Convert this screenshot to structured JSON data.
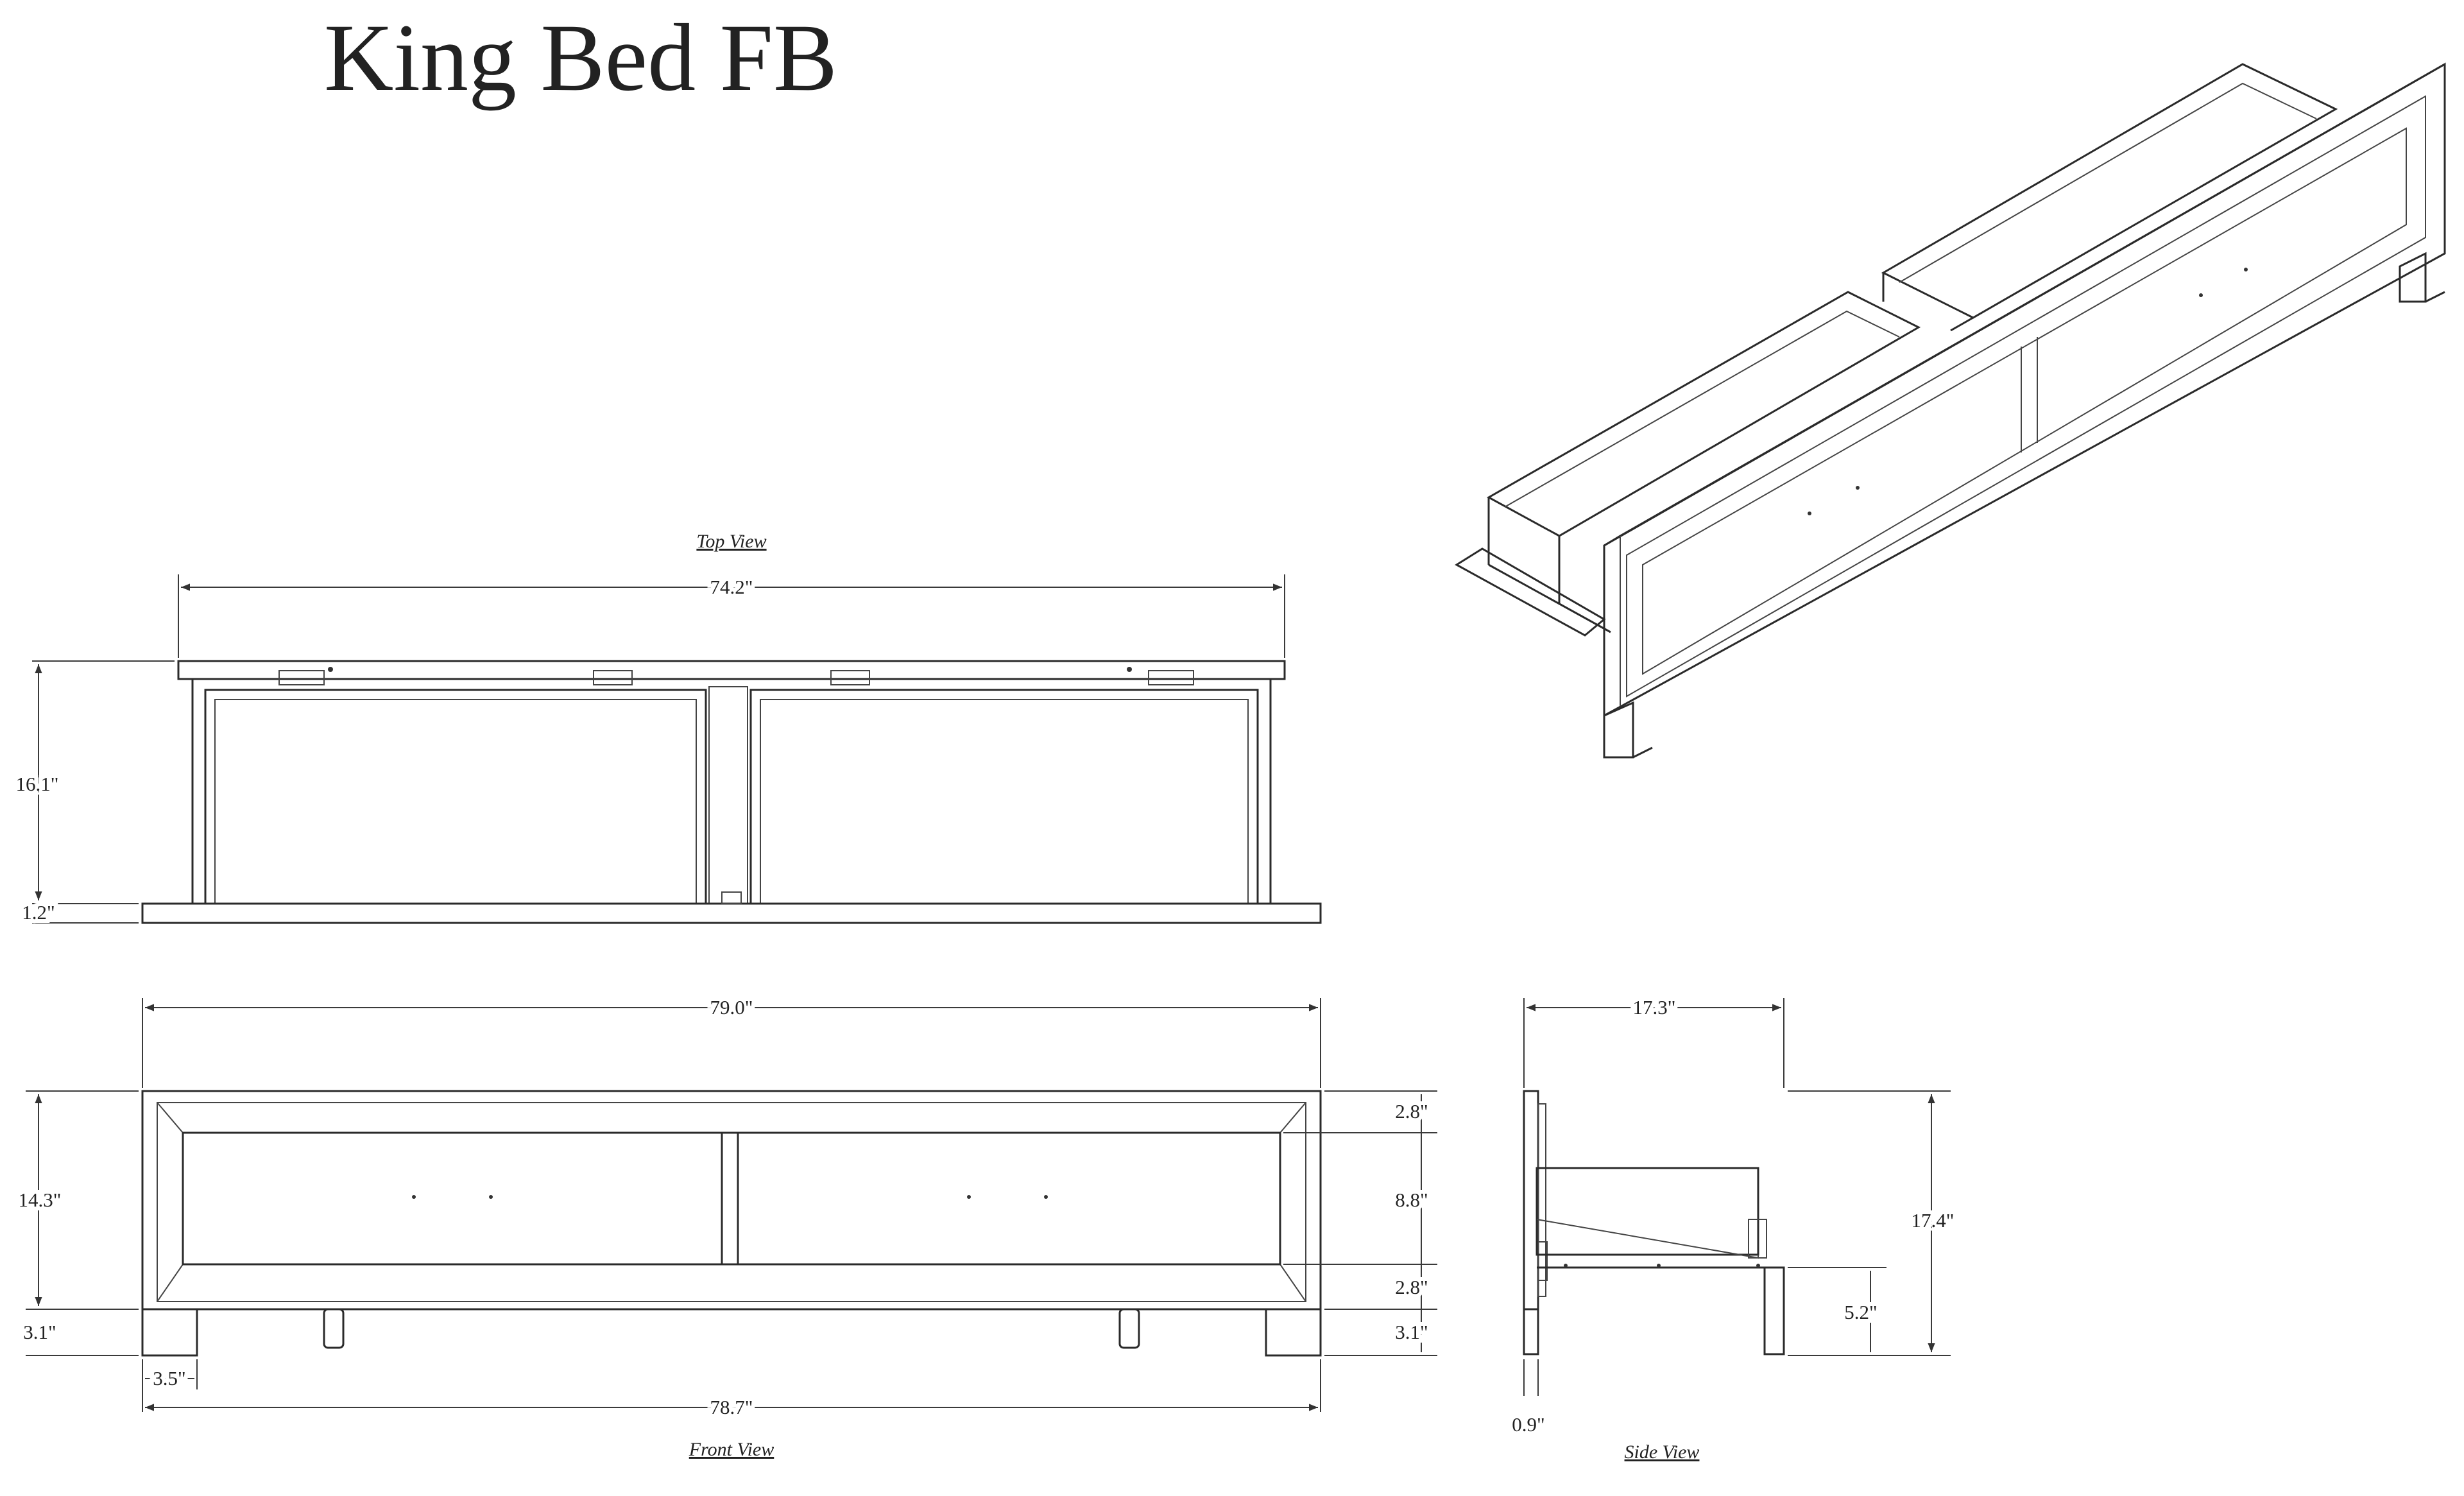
{
  "title": "King Bed FB",
  "views": {
    "top": {
      "caption": "Top View",
      "width": "74.2\"",
      "depth": "16.1\"",
      "base": "1.2\""
    },
    "front": {
      "caption": "Front View",
      "overall_width": "79.0\"",
      "height": "14.3\"",
      "leg_height": "3.1\"",
      "rail_top": "2.8\"",
      "panel": "8.8\"",
      "rail_bottom": "2.8\"",
      "leg_height_right": "3.1\"",
      "leg_width": "3.5\"",
      "leg_span": "78.7\""
    },
    "side": {
      "caption": "Side View",
      "depth": "17.3\"",
      "height": "17.4\"",
      "drawer_clearance": "5.2\"",
      "panel_thickness": "0.9\""
    }
  }
}
